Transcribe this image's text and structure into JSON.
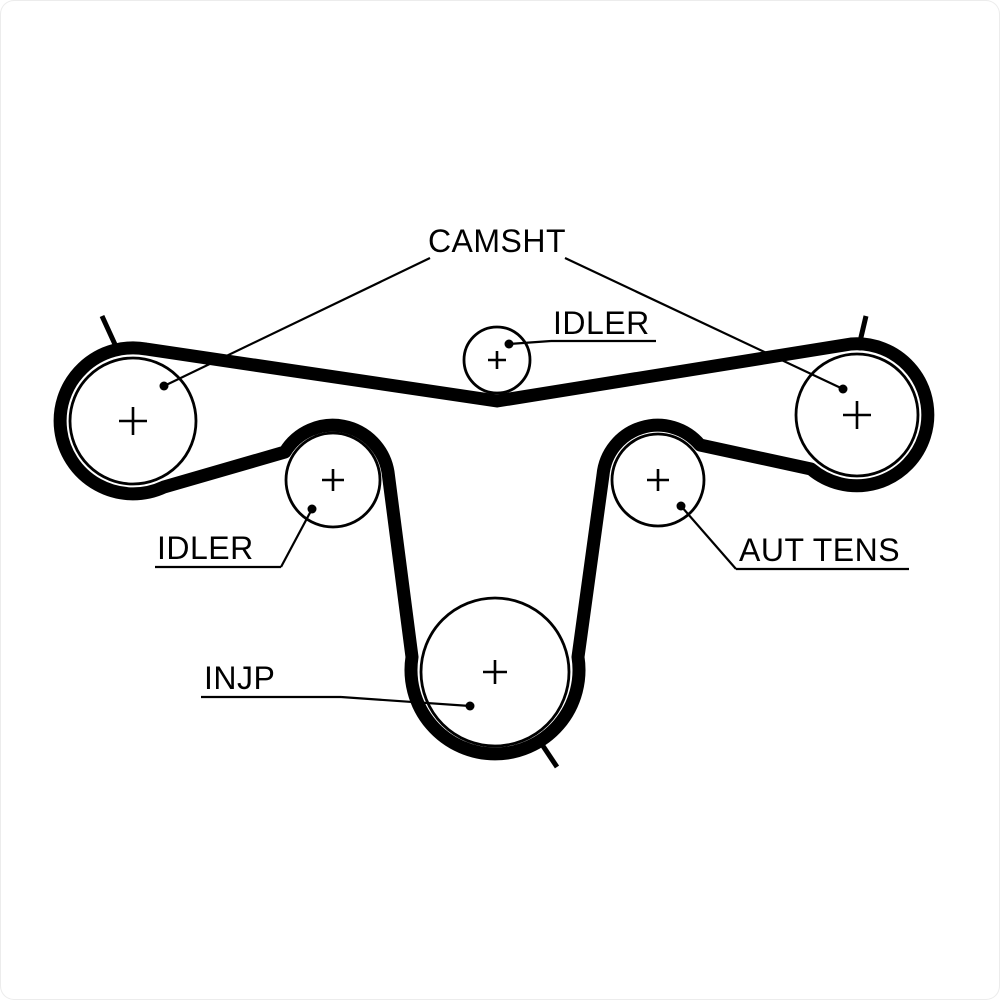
{
  "labels": {
    "camshaft": "CAMSHT",
    "top_idler": "IDLER",
    "left_idler": "IDLER",
    "auto_tensioner": "AUT TENS",
    "injection_pump": "INJP"
  },
  "colors": {
    "line": "#000000",
    "background": "#ffffff"
  }
}
